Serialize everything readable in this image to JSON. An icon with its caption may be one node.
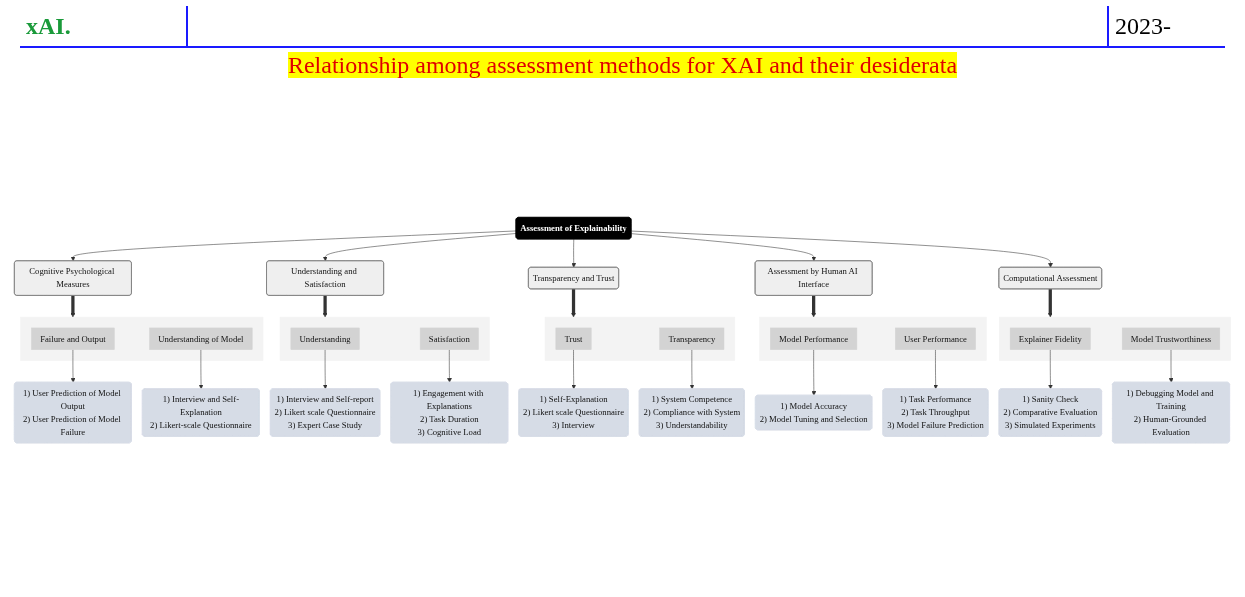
{
  "diagram": {
    "title": "Relationship among assessment methods for XAI and their desiderata",
    "nodes": [
      {
        "text": [
          "Assessment of Explainability"
        ]
      },
      {
        "text": [
          "Cognitive Psychological Measures"
        ]
      },
      {
        "text": [
          "Understanding and Satisfaction"
        ]
      },
      {
        "text": [
          "Transparency and Trust"
        ]
      },
      {
        "text": [
          "Assessment by Human AI Interface"
        ]
      },
      {
        "text": [
          "Computational Assessment"
        ]
      },
      {
        "text": [],
        "shape": "box"
      },
      {
        "text": [
          "Failure and Output"
        ],
        "in": 6
      },
      {
        "text": [
          "Understanding of Model"
        ],
        "in": 6
      },
      {
        "text": [],
        "shape": "box"
      },
      {
        "text": [
          "Understanding"
        ],
        "in": 9
      },
      {
        "text": [
          "Satisfaction"
        ],
        "in": 9
      },
      {
        "text": [],
        "shape": "box"
      },
      {
        "text": [
          "Trust"
        ],
        "in": 12
      },
      {
        "text": [
          "Transparency"
        ],
        "in": 12
      },
      {
        "text": [],
        "shape": "box"
      },
      {
        "text": [
          "Model Performance"
        ],
        "in": 15
      },
      {
        "text": [
          "User Performance"
        ],
        "in": 15
      },
      {
        "text": [],
        "shape": "box"
      },
      {
        "text": [
          "Explainer Fidelity"
        ],
        "in": 18
      },
      {
        "text": [
          "Model Trustworthiness"
        ],
        "in": 18
      },
      {
        "text": [
          "1) User Prediction of Model Output",
          "2) User Prediction of Model Failure"
        ]
      },
      {
        "text": [
          "1) Interview and Self-Explanation",
          "2) Likert-scale Questionnaire"
        ]
      },
      {
        "text": [
          "1) Interview and Self-report",
          "2) Likert scale Questionnaire",
          "3) Expert Case Study"
        ]
      },
      {
        "text": [
          "1) Engagement with Explanations",
          "2) Task Duration",
          "3) Cognitive Load"
        ]
      },
      {
        "text": [
          "1) Self-Explanation",
          "2) Likert scale Questionnaire",
          "3) Interview"
        ]
      },
      {
        "text": [
          "1) System Competence",
          "2) Compliance with System",
          "3) Understandability"
        ]
      },
      {
        "text": [
          "1) Model Accuracy",
          "2) Model Tuning and Selection"
        ]
      },
      {
        "text": [
          "1) Task Performance",
          "2) Task Throughput",
          "3) Model Failure Prediction"
        ]
      },
      {
        "text": [
          "1) Sanity Check",
          "2) Comparative Evaluation",
          "3) Simulated Experiments"
        ]
      },
      {
        "text": [
          "1) Debugging Model and Training",
          "2) Human-Grounded Evaluation"
        ]
      }
    ],
    "edges": [
      {
        "from": 0,
        "to": 1,
        "arrow": "to"
      },
      {
        "from": 0,
        "to": 2,
        "arrow": "to"
      },
      {
        "from": 0,
        "to": 3,
        "arrow": "to"
      },
      {
        "from": 0,
        "to": 4,
        "arrow": "to"
      },
      {
        "from": 0,
        "to": 5,
        "arrow": "to"
      },
      {
        "from": 1,
        "to": 6,
        "arrow": "to",
        "style": "thick"
      },
      {
        "from": 2,
        "to": 9,
        "arrow": "to",
        "style": "thick"
      },
      {
        "from": 3,
        "to": 12,
        "arrow": "to",
        "style": "thick"
      },
      {
        "from": 4,
        "to": 15,
        "arrow": "to",
        "style": "thick"
      },
      {
        "from": 5,
        "to": 18,
        "arrow": "to",
        "style": "thick"
      },
      {
        "from": 7,
        "to": 21,
        "arrow": "to"
      },
      {
        "from": 8,
        "to": 22,
        "arrow": "to"
      },
      {
        "from": 10,
        "to": 23,
        "arrow": "to"
      },
      {
        "from": 11,
        "to": 24,
        "arrow": "to"
      },
      {
        "from": 13,
        "to": 25,
        "arrow": "to"
      },
      {
        "from": 14,
        "to": 26,
        "arrow": "to"
      },
      {
        "from": 16,
        "to": 27,
        "arrow": "to"
      },
      {
        "from": 17,
        "to": 28,
        "arrow": "to"
      },
      {
        "from": 19,
        "to": 29,
        "arrow": "to"
      },
      {
        "from": 20,
        "to": 30,
        "arrow": "to"
      }
    ],
    "labels": [
      "xAI.",
      "2023-"
    ]
  }
}
